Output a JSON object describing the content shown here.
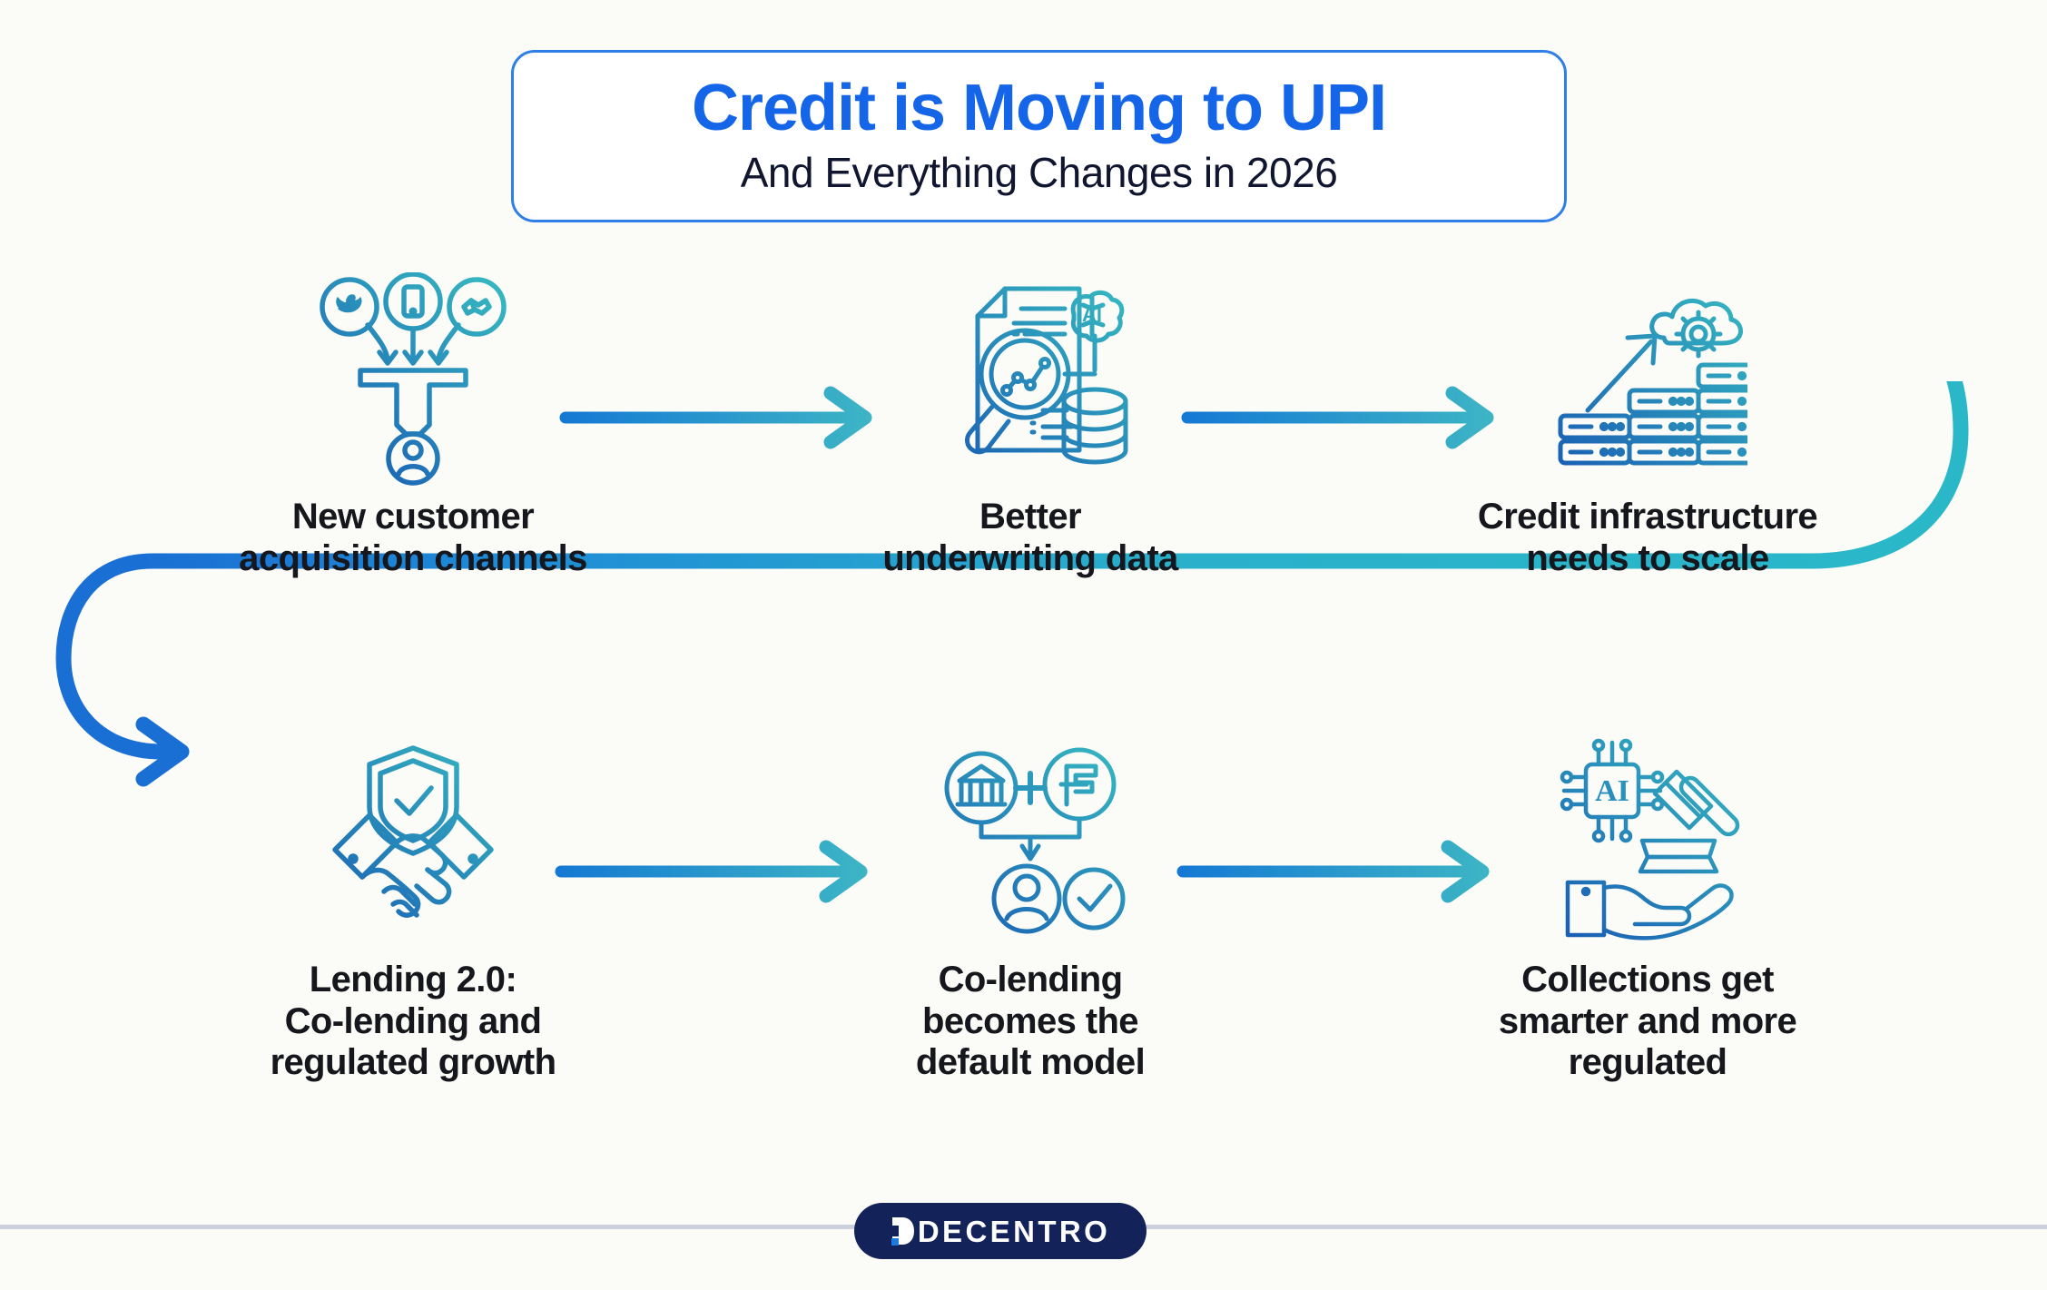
{
  "title": {
    "main": "Credit is Moving to UPI",
    "sub": "And Everything Changes in 2026",
    "main_color": "#1565e8",
    "sub_color": "#10162f",
    "border_color": "#2e7fe8"
  },
  "flow": {
    "steps": [
      {
        "index": 1,
        "label": "New customer\nacquisition channels",
        "icon": "acquisition-funnel-icon",
        "icon_parts": [
          "twitter-bird-circle",
          "mobile-phone-circle",
          "handshake-circle",
          "funnel",
          "user-avatar"
        ]
      },
      {
        "index": 2,
        "label": "Better\nunderwriting data",
        "icon": "underwriting-data-icon",
        "icon_parts": [
          "document",
          "magnifier-line-chart",
          "ai-brain",
          "database-cylinder"
        ]
      },
      {
        "index": 3,
        "label": "Credit infrastructure\nneeds to scale",
        "icon": "scaling-infrastructure-icon",
        "icon_parts": [
          "server-rack-small",
          "server-rack-medium",
          "server-rack-large",
          "growth-arrow",
          "cloud-gear"
        ]
      },
      {
        "index": 4,
        "label": "Lending 2.0:\nCo-lending and\nregulated growth",
        "icon": "secure-partnership-icon",
        "icon_parts": [
          "shield-check",
          "handshake"
        ]
      },
      {
        "index": 5,
        "label": "Co-lending\nbecomes the\ndefault model",
        "icon": "co-lending-model-icon",
        "icon_parts": [
          "bank-circle",
          "plus-sign",
          "fintech-circle",
          "merge-arrow",
          "user-avatar",
          "check-circle"
        ]
      },
      {
        "index": 6,
        "label": "Collections get\nsmarter and more\nregulated",
        "icon": "ai-regulated-collections-icon",
        "icon_parts": [
          "ai-chip",
          "gavel",
          "gavel-block",
          "open-hand"
        ]
      }
    ],
    "arrow_gradient_start": "#1478d4",
    "arrow_gradient_end": "#3fb8c4",
    "wrap_right_color": "#2ab8c9",
    "wrap_left_color": "#1a6fd4",
    "icon_gradient_start": "#1a5fb4",
    "icon_gradient_end": "#35b5c0"
  },
  "footer": {
    "brand": "DECENTRO",
    "pill_color": "#132259",
    "accent_color": "#1f7ae0",
    "divider_color": "#ccd0dd"
  }
}
